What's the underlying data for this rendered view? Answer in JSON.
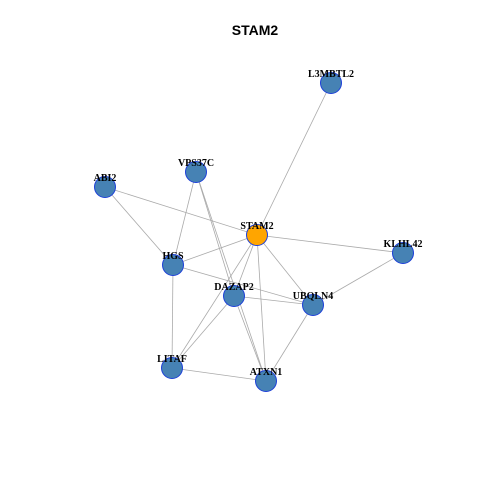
{
  "title": "STAM2",
  "colors": {
    "node_fill": "#4682B4",
    "node_stroke": "#1c3fd8",
    "center_fill": "#FFA500",
    "edge": "#aaaaaa"
  },
  "nodes": [
    {
      "id": "L3MBTL2",
      "label": "L3MBTL2",
      "center": false
    },
    {
      "id": "VPS37C",
      "label": "VPS37C",
      "center": false
    },
    {
      "id": "ABI2",
      "label": "ABI2",
      "center": false
    },
    {
      "id": "STAM2",
      "label": "STAM2",
      "center": true
    },
    {
      "id": "KLHL42",
      "label": "KLHL42",
      "center": false
    },
    {
      "id": "HGS",
      "label": "HGS",
      "center": false
    },
    {
      "id": "DAZAP2",
      "label": "DAZAP2",
      "center": false
    },
    {
      "id": "UBQLN4",
      "label": "UBQLN4",
      "center": false
    },
    {
      "id": "LITAF",
      "label": "LITAF",
      "center": false
    },
    {
      "id": "ATXN1",
      "label": "ATXN1",
      "center": false
    }
  ],
  "edges": [
    [
      "STAM2",
      "L3MBTL2"
    ],
    [
      "STAM2",
      "ABI2"
    ],
    [
      "STAM2",
      "KLHL42"
    ],
    [
      "STAM2",
      "HGS"
    ],
    [
      "STAM2",
      "DAZAP2"
    ],
    [
      "STAM2",
      "UBQLN4"
    ],
    [
      "STAM2",
      "ATXN1"
    ],
    [
      "STAM2",
      "LITAF"
    ],
    [
      "VPS37C",
      "HGS"
    ],
    [
      "VPS37C",
      "DAZAP2"
    ],
    [
      "VPS37C",
      "ATXN1"
    ],
    [
      "ABI2",
      "HGS"
    ],
    [
      "HGS",
      "UBQLN4"
    ],
    [
      "HGS",
      "LITAF"
    ],
    [
      "DAZAP2",
      "UBQLN4"
    ],
    [
      "DAZAP2",
      "ATXN1"
    ],
    [
      "DAZAP2",
      "LITAF"
    ],
    [
      "UBQLN4",
      "KLHL42"
    ],
    [
      "UBQLN4",
      "ATXN1"
    ],
    [
      "LITAF",
      "ATXN1"
    ]
  ]
}
